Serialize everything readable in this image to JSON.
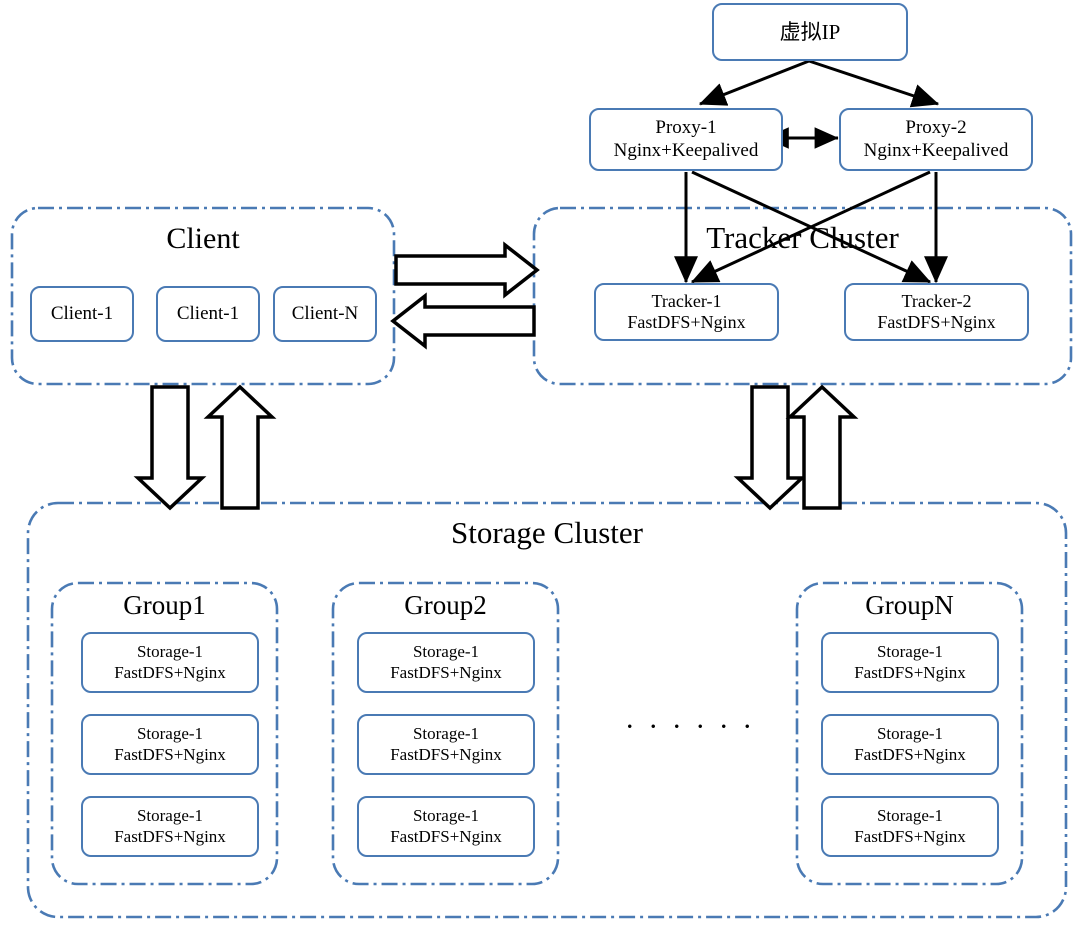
{
  "diagram": {
    "title": "FastDFS Distributed File System High-Availability Architecture",
    "accent_border": "#4a7ab4",
    "line_color": "#000000",
    "background": "#ffffff"
  },
  "vip": {
    "label": "虚拟IP"
  },
  "proxies": [
    {
      "name": "Proxy-1",
      "stack": "Nginx+Keepalived"
    },
    {
      "name": "Proxy-2",
      "stack": "Nginx+Keepalived"
    }
  ],
  "client_zone": {
    "title": "Client",
    "nodes": [
      {
        "label": "Client-1"
      },
      {
        "label": "Client-1"
      },
      {
        "label": "Client-N"
      }
    ]
  },
  "tracker_zone": {
    "title": "Tracker Cluster",
    "nodes": [
      {
        "name": "Tracker-1",
        "stack": "FastDFS+Nginx"
      },
      {
        "name": "Tracker-2",
        "stack": "FastDFS+Nginx"
      }
    ]
  },
  "storage_zone": {
    "title": "Storage Cluster",
    "ellipsis": "· · · · · ·",
    "groups": [
      {
        "title": "Group1",
        "nodes": [
          {
            "name": "Storage-1",
            "stack": "FastDFS+Nginx"
          },
          {
            "name": "Storage-1",
            "stack": "FastDFS+Nginx"
          },
          {
            "name": "Storage-1",
            "stack": "FastDFS+Nginx"
          }
        ]
      },
      {
        "title": "Group2",
        "nodes": [
          {
            "name": "Storage-1",
            "stack": "FastDFS+Nginx"
          },
          {
            "name": "Storage-1",
            "stack": "FastDFS+Nginx"
          },
          {
            "name": "Storage-1",
            "stack": "FastDFS+Nginx"
          }
        ]
      },
      {
        "title": "GroupN",
        "nodes": [
          {
            "name": "Storage-1",
            "stack": "FastDFS+Nginx"
          },
          {
            "name": "Storage-1",
            "stack": "FastDFS+Nginx"
          },
          {
            "name": "Storage-1",
            "stack": "FastDFS+Nginx"
          }
        ]
      }
    ]
  }
}
